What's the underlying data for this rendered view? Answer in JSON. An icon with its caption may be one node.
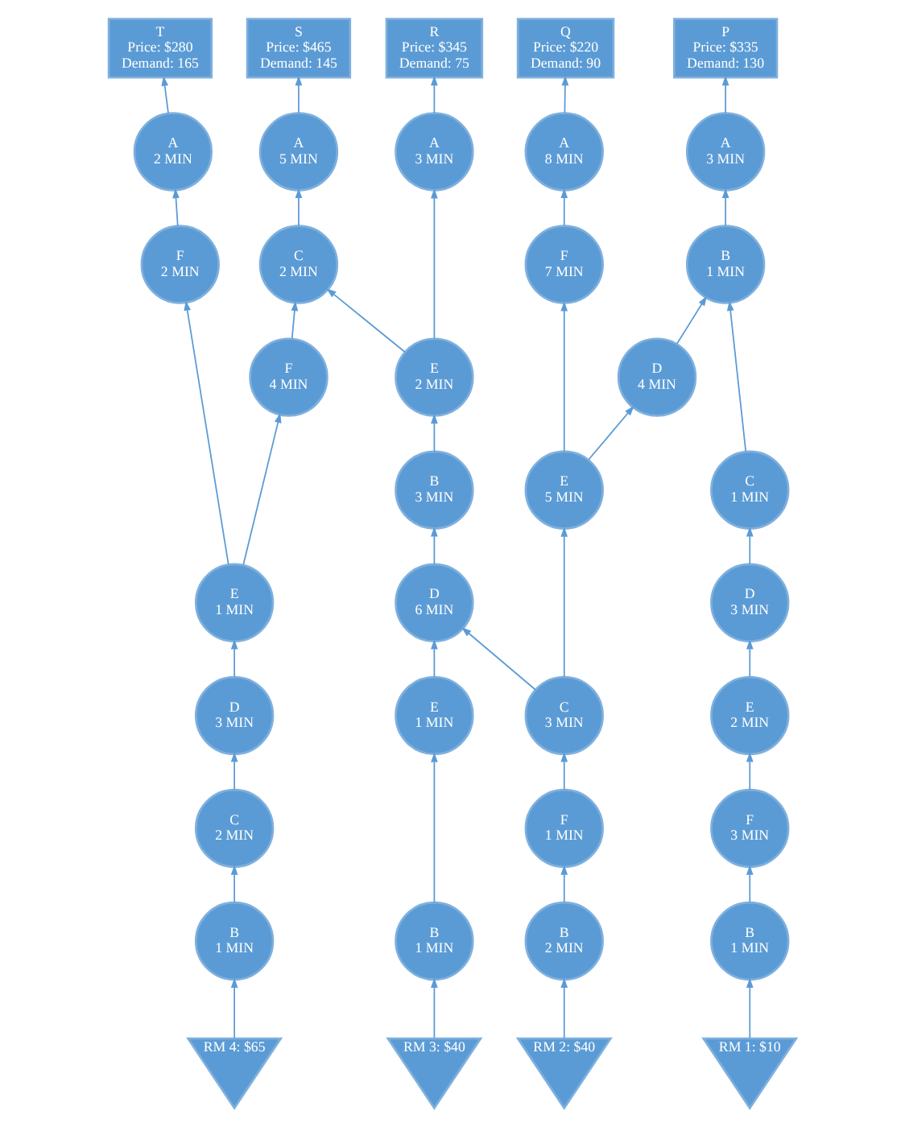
{
  "diagram": {
    "nodes": [
      {
        "text": [
          "P",
          "Price: $335",
          "Demand: 130"
        ]
      },
      {
        "text": [
          "Q",
          "Price: $220",
          "Demand: 90"
        ]
      },
      {
        "text": [
          "R",
          "Price: $345",
          "Demand: 75"
        ]
      },
      {
        "text": [
          "S",
          "Price: $465",
          "Demand: 145"
        ]
      },
      {
        "text": [
          "T",
          "Price: $280",
          "Demand: 165"
        ]
      },
      {
        "text": [
          "A",
          "3 MIN"
        ]
      },
      {
        "text": [
          "A",
          "8 MIN"
        ]
      },
      {
        "text": [
          "A",
          "3 MIN"
        ]
      },
      {
        "text": [
          "A",
          "5 MIN"
        ]
      },
      {
        "text": [
          "A",
          "2 MIN"
        ]
      },
      {
        "text": [
          "B",
          "1 MIN"
        ]
      },
      {
        "text": [
          "F",
          "7 MIN"
        ]
      },
      {
        "text": [
          "C",
          "2 MIN"
        ]
      },
      {
        "text": [
          "F",
          "2 MIN"
        ]
      },
      {
        "text": [
          "D",
          "4 MIN"
        ]
      },
      {
        "text": [
          "E",
          "2 MIN"
        ]
      },
      {
        "text": [
          "F",
          "4 MIN"
        ]
      },
      {
        "text": [
          "C",
          "1 MIN"
        ]
      },
      {
        "text": [
          "E",
          "5 MIN"
        ]
      },
      {
        "text": [
          "B",
          "3 MIN"
        ]
      },
      {
        "text": [
          "D",
          "3 MIN"
        ]
      },
      {
        "text": [
          "D",
          "6 MIN"
        ]
      },
      {
        "text": [
          "E",
          "1 MIN"
        ]
      },
      {
        "text": [
          "E",
          "2 MIN"
        ]
      },
      {
        "text": [
          "C",
          "3 MIN"
        ]
      },
      {
        "text": [
          "E",
          "1 MIN"
        ]
      },
      {
        "text": [
          "D",
          "3 MIN"
        ]
      },
      {
        "text": [
          "F",
          "3 MIN"
        ]
      },
      {
        "text": [
          "F",
          "1 MIN"
        ]
      },
      {
        "text": [
          "C",
          "2 MIN"
        ]
      },
      {
        "text": [
          "B",
          "1 MIN"
        ]
      },
      {
        "text": [
          "B",
          "2 MIN"
        ]
      },
      {
        "text": [
          "B",
          "1 MIN"
        ]
      },
      {
        "text": [
          "B",
          "1 MIN"
        ]
      },
      {
        "text": [
          "RM 1: $10"
        ]
      },
      {
        "text": [
          "RM 2: $40"
        ]
      },
      {
        "text": [
          "RM 3: $40"
        ]
      },
      {
        "text": [
          "RM 4: $65"
        ]
      }
    ],
    "edges": [
      {
        "from": 34,
        "to": 30,
        "arrow": "to"
      },
      {
        "from": 30,
        "to": 27,
        "arrow": "to"
      },
      {
        "from": 27,
        "to": 23,
        "arrow": "to"
      },
      {
        "from": 23,
        "to": 20,
        "arrow": "to"
      },
      {
        "from": 20,
        "to": 17,
        "arrow": "to"
      },
      {
        "from": 17,
        "to": 10,
        "arrow": "to"
      },
      {
        "from": 14,
        "to": 10,
        "arrow": "to"
      },
      {
        "from": 10,
        "to": 5,
        "arrow": "to"
      },
      {
        "from": 5,
        "to": 0,
        "arrow": "to"
      },
      {
        "from": 35,
        "to": 31,
        "arrow": "to"
      },
      {
        "from": 31,
        "to": 28,
        "arrow": "to"
      },
      {
        "from": 28,
        "to": 24,
        "arrow": "to"
      },
      {
        "from": 24,
        "to": 18,
        "arrow": "to"
      },
      {
        "from": 18,
        "to": 11,
        "arrow": "to"
      },
      {
        "from": 18,
        "to": 14,
        "arrow": "to"
      },
      {
        "from": 11,
        "to": 6,
        "arrow": "to"
      },
      {
        "from": 6,
        "to": 1,
        "arrow": "to"
      },
      {
        "from": 24,
        "to": 21,
        "arrow": "to"
      },
      {
        "from": 25,
        "to": 21,
        "arrow": "to"
      },
      {
        "from": 21,
        "to": 19,
        "arrow": "to"
      },
      {
        "from": 19,
        "to": 15,
        "arrow": "to"
      },
      {
        "from": 15,
        "to": 7,
        "arrow": "to"
      },
      {
        "from": 7,
        "to": 2,
        "arrow": "to"
      },
      {
        "from": 15,
        "to": 12,
        "arrow": "to"
      },
      {
        "from": 16,
        "to": 12,
        "arrow": "to"
      },
      {
        "from": 12,
        "to": 8,
        "arrow": "to"
      },
      {
        "from": 8,
        "to": 3,
        "arrow": "to"
      },
      {
        "from": 36,
        "to": 32,
        "arrow": "to"
      },
      {
        "from": 32,
        "to": 25,
        "arrow": "to"
      },
      {
        "from": 37,
        "to": 33,
        "arrow": "to"
      },
      {
        "from": 33,
        "to": 29,
        "arrow": "to"
      },
      {
        "from": 29,
        "to": 26,
        "arrow": "to"
      },
      {
        "from": 26,
        "to": 22,
        "arrow": "to"
      },
      {
        "from": 22,
        "to": 16,
        "arrow": "to"
      },
      {
        "from": 22,
        "to": 13,
        "arrow": "to"
      },
      {
        "from": 13,
        "to": 9,
        "arrow": "to"
      },
      {
        "from": 9,
        "to": 4,
        "arrow": "to"
      }
    ]
  }
}
